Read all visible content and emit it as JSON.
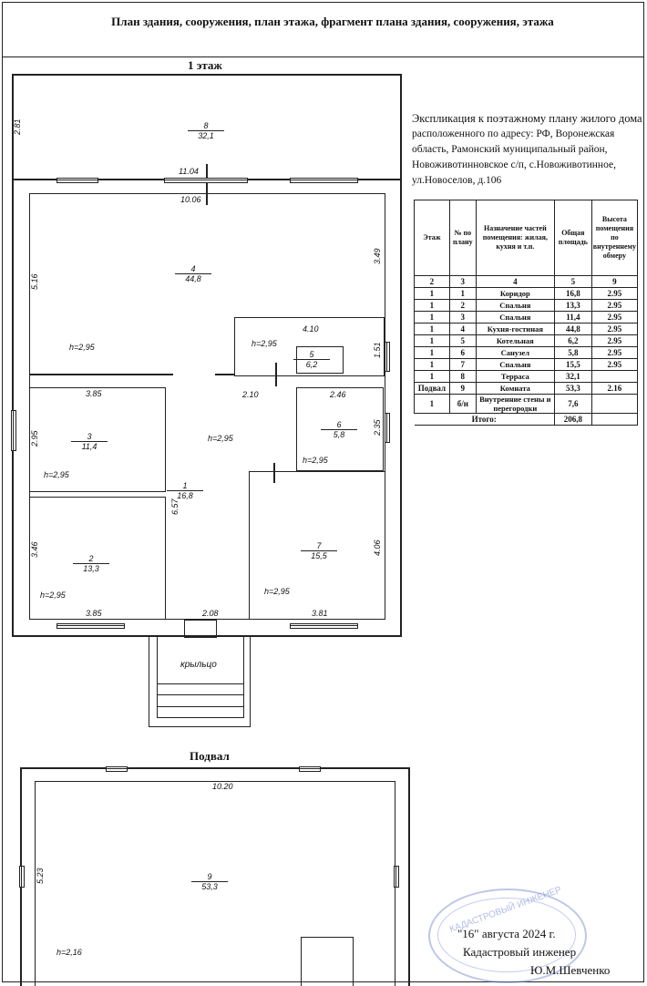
{
  "title": "План здания, сооружения, план этажа, фрагмент плана здания, сооружения, этажа",
  "floor1": {
    "title": "1 этаж",
    "dims": {
      "d281": "2.81",
      "d1104": "11.04",
      "d1006": "10.06",
      "d349": "3.49",
      "d516": "5.16",
      "d410": "4.10",
      "d151": "1.51",
      "d385a": "3.85",
      "d210": "2.10",
      "d246": "2.46",
      "d295": "2.95",
      "d235": "2.35",
      "d657": "6.57",
      "d346": "3.46",
      "d406": "4.06",
      "d385b": "3.85",
      "d208": "2.08",
      "d381": "3.81"
    },
    "rooms": {
      "r8": {
        "num": "8",
        "area": "32,1"
      },
      "r4": {
        "num": "4",
        "area": "44,8"
      },
      "r5": {
        "num": "5",
        "area": "6,2"
      },
      "r3": {
        "num": "3",
        "area": "11,4"
      },
      "r6": {
        "num": "6",
        "area": "5,8"
      },
      "r1": {
        "num": "1",
        "area": "16,8"
      },
      "r2": {
        "num": "2",
        "area": "13,3"
      },
      "r7": {
        "num": "7",
        "area": "15,5"
      }
    },
    "height": "h=2,95",
    "porch": "крыльцо"
  },
  "basement": {
    "title": "Подвал",
    "d1020": "10.20",
    "d523": "5.23",
    "room": {
      "num": "9",
      "area": "53,3"
    },
    "height": "h=2,16"
  },
  "explication": {
    "title": "Экспликация к поэтажному плану жилого дома",
    "address": "расположенного по адресу: РФ, Воронежская область, Рамонский муниципальный район, Новоживотинновское с/п, с.Новоживотинное, ул.Новоселов, д.106"
  },
  "table": {
    "headers": [
      "Этаж",
      "№ по плану",
      "Назначение частей помещения: жилая, кухня и т.п.",
      "Общая площадь",
      "Высота помещения по внутреннему обмеру"
    ],
    "colnums": [
      "2",
      "3",
      "4",
      "5",
      "9"
    ],
    "rows": [
      [
        "1",
        "1",
        "Коридор",
        "16,8",
        "2.95"
      ],
      [
        "1",
        "2",
        "Спальня",
        "13,3",
        "2.95"
      ],
      [
        "1",
        "3",
        "Спальня",
        "11,4",
        "2.95"
      ],
      [
        "1",
        "4",
        "Кухня-гостиная",
        "44,8",
        "2.95"
      ],
      [
        "1",
        "5",
        "Котельная",
        "6,2",
        "2.95"
      ],
      [
        "1",
        "6",
        "Санузел",
        "5,8",
        "2.95"
      ],
      [
        "1",
        "7",
        "Спальня",
        "15,5",
        "2.95"
      ],
      [
        "1",
        "8",
        "Терраса",
        "32,1",
        ""
      ],
      [
        "Подвал",
        "9",
        "Комната",
        "53,3",
        "2.16"
      ],
      [
        "1",
        "б/н",
        "Внутренние стены и перегородки",
        "7,6",
        ""
      ]
    ],
    "total_label": "Итого:",
    "total_value": "206,8"
  },
  "signature": {
    "date": "\"16\" августа 2024 г.",
    "role": "Кадастровый инженер",
    "name": "Ю.М.Шевченко"
  },
  "stamp": "КАДАСТРОВЫЙ ИНЖЕНЕР"
}
